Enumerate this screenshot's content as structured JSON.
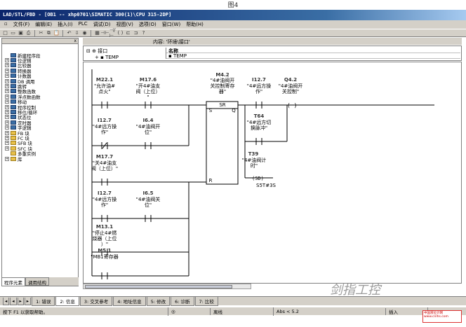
{
  "caption": "图4",
  "title": "LAD/STL/FBD  - [OB1 -- xhp0701\\SIMATIC 300(1)\\CPU 315-2DP]",
  "menu": [
    "文件(F)",
    "编辑(E)",
    "插入(I)",
    "PLC",
    "调试(D)",
    "视图(V)",
    "选项(O)",
    "窗口(W)",
    "帮助(H)"
  ],
  "toolbar_icons": [
    "new-icon",
    "open-icon",
    "save-icon",
    "print-icon",
    "cut-icon",
    "copy-icon",
    "paste-icon",
    "undo-icon",
    "download-icon",
    "monitor-icon",
    "network-icon",
    "contact-no-icon",
    "contact-nc-icon",
    "coil-icon",
    "branch-open-icon",
    "branch-close-icon",
    "help-icon"
  ],
  "left_pane": {
    "close_mark": "x",
    "tree": [
      {
        "label": "新建程序段",
        "expand": "",
        "folder": false
      },
      {
        "label": "位逻辑",
        "expand": "+",
        "folder": false
      },
      {
        "label": "比较器",
        "expand": "+",
        "folder": false
      },
      {
        "label": "转换器",
        "expand": "+",
        "folder": false
      },
      {
        "label": "计数器",
        "expand": "+",
        "folder": false
      },
      {
        "label": "DB 调用",
        "expand": "+",
        "folder": false
      },
      {
        "label": "跳转",
        "expand": "+",
        "folder": false
      },
      {
        "label": "整数函数",
        "expand": "+",
        "folder": false
      },
      {
        "label": "浮点数函数",
        "expand": "+",
        "folder": false
      },
      {
        "label": "移动",
        "expand": "+",
        "folder": false
      },
      {
        "label": "程序控制",
        "expand": "+",
        "folder": false
      },
      {
        "label": "移位/循环",
        "expand": "+",
        "folder": false
      },
      {
        "label": "状态位",
        "expand": "+",
        "folder": false
      },
      {
        "label": "定时器",
        "expand": "+",
        "folder": false
      },
      {
        "label": "字逻辑",
        "expand": "+",
        "folder": false
      },
      {
        "label": "FB 块",
        "expand": "+",
        "folder": true
      },
      {
        "label": "FC 块",
        "expand": "+",
        "folder": true
      },
      {
        "label": "SFB 块",
        "expand": "+",
        "folder": true
      },
      {
        "label": "SFC 块",
        "expand": "+",
        "folder": true
      },
      {
        "label": "多重实例",
        "expand": "",
        "folder": true
      },
      {
        "label": "库",
        "expand": "+",
        "folder": true
      }
    ],
    "tabs": [
      "程序元素",
      "调用结构"
    ]
  },
  "content_header": "内容: '环境\\接口'",
  "interface": {
    "tree_root": "接口",
    "tree_child": "TEMP",
    "col_name": "名称",
    "row1": "TEMP"
  },
  "ladder": {
    "contacts": [
      {
        "addr": "M22.1",
        "label": "\"允许油#\n点火\"",
        "type": "no"
      },
      {
        "addr": "M17.6",
        "label": "\"开4#油支\n阀（上位）\n\"",
        "type": "no"
      },
      {
        "addr": "I12.7",
        "label": "\"4#远方操\n作\"",
        "type": "nc"
      },
      {
        "addr": "I6.4",
        "label": "\"4#油阀开\n位\"",
        "type": "no"
      },
      {
        "addr": "M17.7",
        "label": "\"关4#油支\n阀（上位）\"",
        "type": "no"
      },
      {
        "addr": "I12.7",
        "label": "\"4#远方操\n作\"",
        "type": "no"
      },
      {
        "addr": "I6.5",
        "label": "\"4#油阀关\n位\"",
        "type": "no"
      },
      {
        "addr": "M13.1",
        "label": "\"停止4#燃\n烧器（上位\n）\"",
        "type": "no"
      },
      {
        "addr": "M5.1",
        "label": "\"MB1寄存器",
        "type": "no"
      },
      {
        "addr": "I12.7",
        "label": "\"4#远方操\n作\"",
        "type": "no"
      },
      {
        "addr": "T64",
        "label": "\"4#远方切\n换脉冲\"",
        "type": "no"
      }
    ],
    "sr_block": {
      "addr": "M4.2",
      "label": "\"4#油阀开\n关控制寄存\n器\"",
      "name": "SR",
      "pin_s": "S",
      "pin_r": "R",
      "pin_q": "Q"
    },
    "coil": {
      "addr": "Q4.2",
      "label": "\"4#油阀开\n关控制\"",
      "symbol": "( )"
    },
    "timer": {
      "addr": "T39",
      "label": "\"4#油阀计\n时\"",
      "symbol": "(SD)",
      "value": "S5T#3S"
    }
  },
  "bottom_tabs": [
    "1: 错误",
    "2: 信息",
    "3: 交叉参考",
    "4: 地址信息",
    "5: 修改",
    "6: 诊断",
    "7: 比较"
  ],
  "status": {
    "help": "按下 F1 以获取帮助。",
    "mode": "离线",
    "version": "Abs < 5.2",
    "insert": "插入"
  },
  "watermark": "剑指工控",
  "wm_logo": "中国液位计网\nwww.cnlhs.com"
}
